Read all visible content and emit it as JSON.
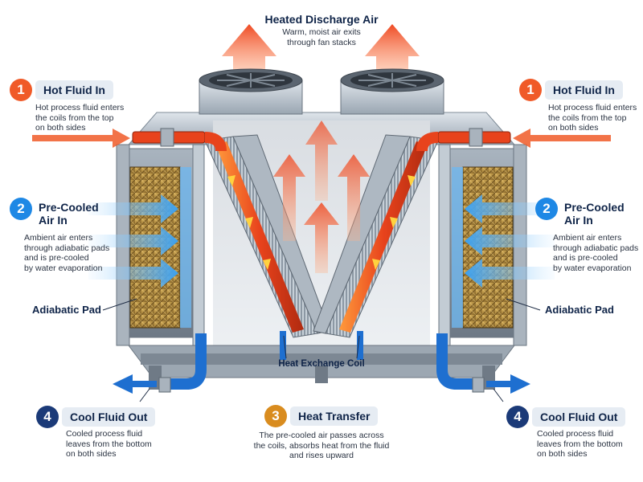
{
  "top": {
    "title": "Heated Discharge Air",
    "desc_line1": "Warm, moist air exits",
    "desc_line2": "through fan stacks"
  },
  "steps": {
    "hot_left": {
      "num": "1",
      "title": "Hot Fluid In",
      "desc1": "Hot process fluid enters",
      "desc2": "the coils from the top",
      "desc3": "on both sides"
    },
    "hot_right": {
      "num": "1",
      "title": "Hot Fluid In",
      "desc1": "Hot process fluid enters",
      "desc2": "the coils from the top",
      "desc3": "on both sides"
    },
    "air_left": {
      "num": "2",
      "title1": "Pre-Cooled",
      "title2": "Air In",
      "desc1": "Ambient air enters",
      "desc2": "through adiabatic pads",
      "desc3": "and is pre-cooled",
      "desc4": "by water evaporation"
    },
    "air_right": {
      "num": "2",
      "title1": "Pre-Cooled",
      "title2": "Air In",
      "desc1": "Ambient air enters",
      "desc2": "through adiabatic pads",
      "desc3": "and is pre-cooled",
      "desc4": "by water evaporation"
    },
    "heat": {
      "num": "3",
      "title": "Heat Transfer",
      "desc1": "The pre-cooled air passes across",
      "desc2": "the coils, absorbs heat from the fluid",
      "desc3": "and rises upward"
    },
    "cool_left": {
      "num": "4",
      "title": "Cool Fluid Out",
      "desc1": "Cooled process fluid",
      "desc2": "leaves from the bottom",
      "desc3": "on both sides"
    },
    "cool_right": {
      "num": "4",
      "title": "Cool Fluid Out",
      "desc1": "Cooled process fluid",
      "desc2": "leaves from the bottom",
      "desc3": "on both sides"
    }
  },
  "labels": {
    "pad_left": "Adiabatic Pad",
    "pad_right": "Adiabatic Pad",
    "coil": "Heat Exchange Coil"
  },
  "colors": {
    "hot": "#f05a28",
    "air": "#1e88e5",
    "heat": "#d98c1f",
    "cool": "#1b3a78",
    "steel": "#b8c2cc",
    "pad": "#c9a14a"
  }
}
